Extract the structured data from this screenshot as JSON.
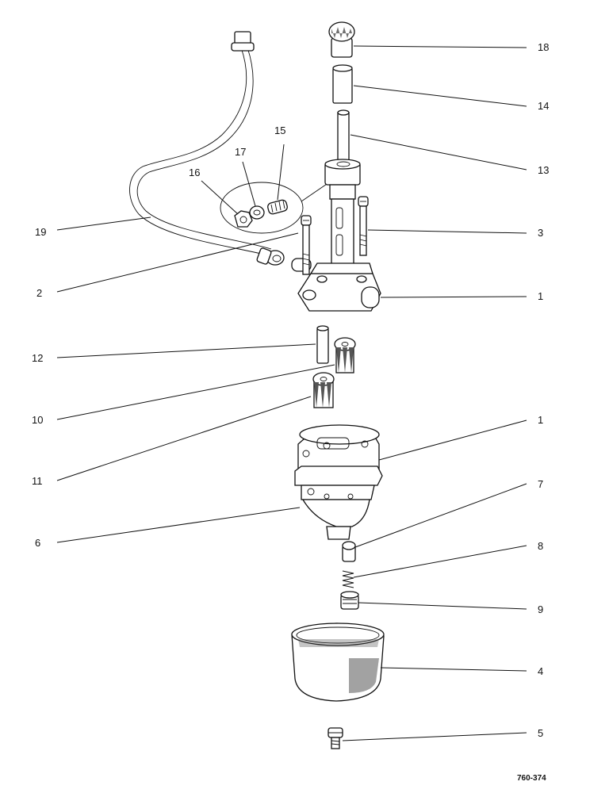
{
  "callouts": {
    "c18": "18",
    "c14": "14",
    "c13": "13",
    "c3": "3",
    "c1a": "1",
    "c15": "15",
    "c17": "17",
    "c16": "16",
    "c19": "19",
    "c2": "2",
    "c12": "12",
    "c10": "10",
    "c11": "11",
    "c1b": "1",
    "c7": "7",
    "c6": "6",
    "c8": "8",
    "c9": "9",
    "c4": "4",
    "c5": "5"
  },
  "drawing_ref": "760-374"
}
